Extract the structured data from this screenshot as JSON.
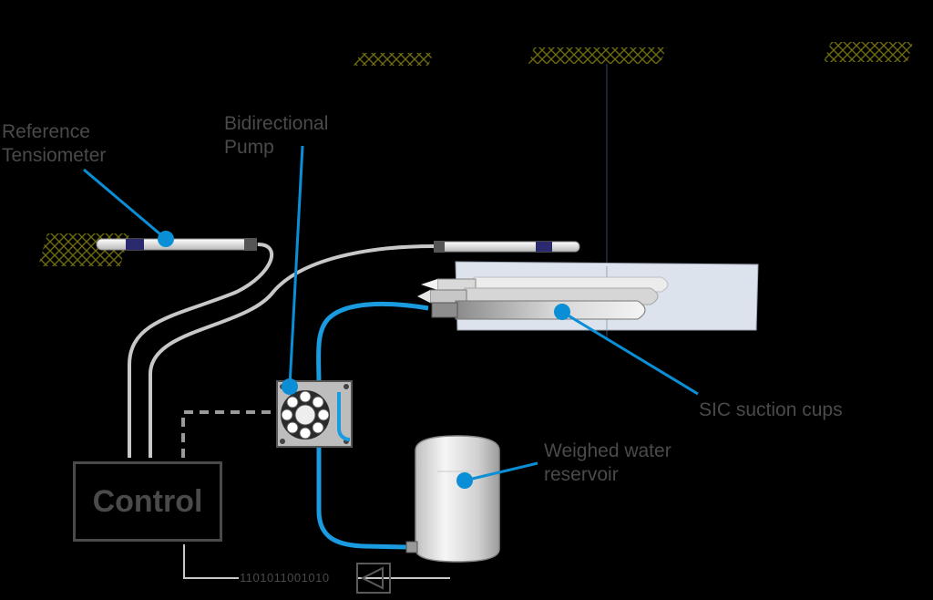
{
  "labels": {
    "reference_tensiometer": [
      "Reference",
      "Tensiometer"
    ],
    "bidirectional_pump": [
      "Bidirectional",
      "Pump"
    ],
    "sic_suction_cups": "SIC suction cups",
    "weighed_water_reservoir": [
      "Weighed water",
      "reservoir"
    ],
    "control": "Control",
    "binary_signal": "1101011001010"
  },
  "colors": {
    "background": "#000000",
    "label_text": "#4a4a4a",
    "leader_line": "#0a8fd6",
    "water_tube": "#1a9be0",
    "cable": "#c8c8c8",
    "soil_hatch": "#6e6a10",
    "soil_block": "#dde3ec"
  },
  "icons": {
    "soil_surface_markers": "soil-hatch-icon",
    "signal_block": "triangle-signal-icon",
    "pump_rotor": "peristaltic-rotor-icon"
  }
}
